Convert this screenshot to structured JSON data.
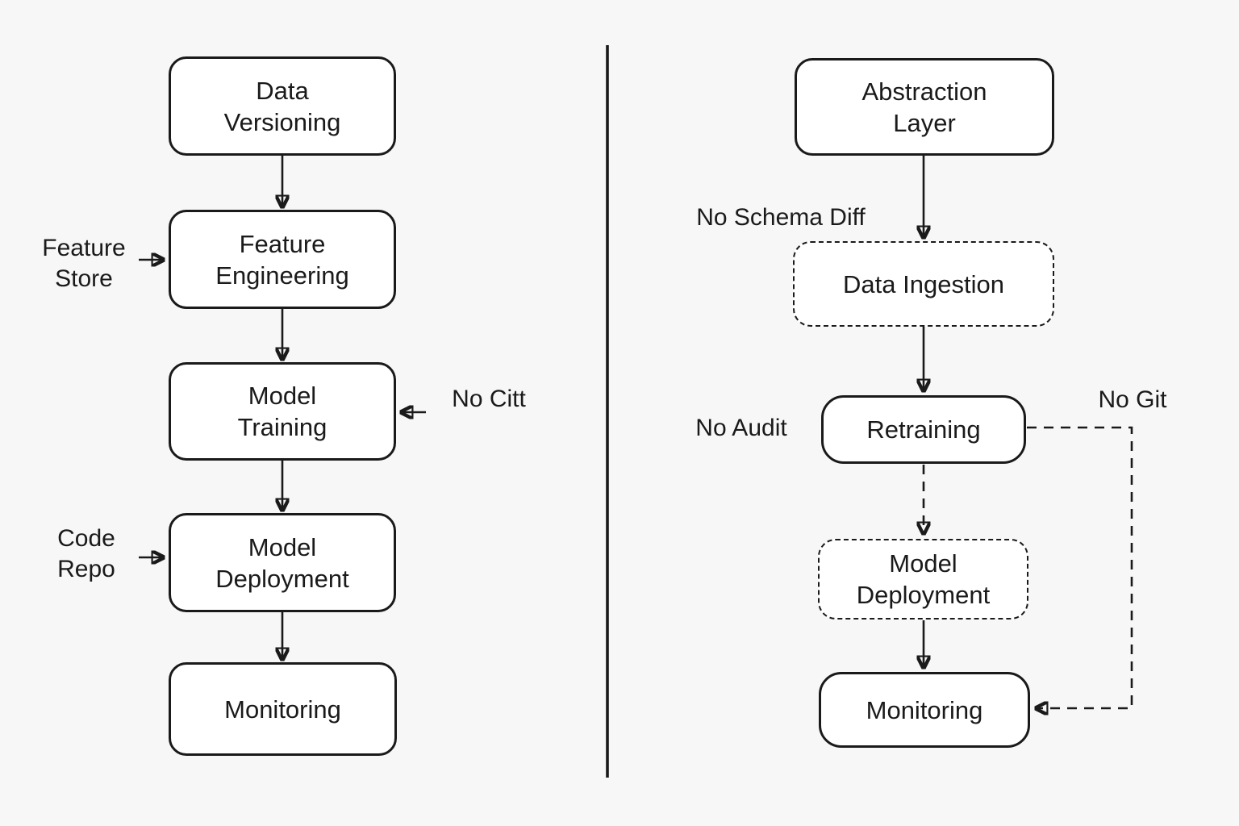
{
  "colors": {
    "background": "#f7f7f8",
    "stroke": "#1a1a1a",
    "node_fill": "#ffffff"
  },
  "left_flow": {
    "nodes": [
      {
        "id": "data-versioning",
        "label": "Data\nVersioning",
        "style": "solid"
      },
      {
        "id": "feature-engineering",
        "label": "Feature\nEngineering",
        "style": "solid"
      },
      {
        "id": "model-training",
        "label": "Model\nTraining",
        "style": "solid"
      },
      {
        "id": "model-deployment",
        "label": "Model\nDeployment",
        "style": "solid"
      },
      {
        "id": "monitoring",
        "label": "Monitoring",
        "style": "solid"
      }
    ],
    "annotations": [
      {
        "id": "feature-store",
        "label": "Feature\nStore",
        "target": "feature-engineering",
        "arrow": "solid"
      },
      {
        "id": "no-citt",
        "label": "No Citt",
        "target": "model-training",
        "arrow": "solid"
      },
      {
        "id": "code-repo",
        "label": "Code\nRepo",
        "target": "model-deployment",
        "arrow": "solid"
      }
    ],
    "edges": [
      {
        "from": "data-versioning",
        "to": "feature-engineering",
        "style": "solid"
      },
      {
        "from": "feature-engineering",
        "to": "model-training",
        "style": "solid"
      },
      {
        "from": "model-training",
        "to": "model-deployment",
        "style": "solid"
      },
      {
        "from": "model-deployment",
        "to": "monitoring",
        "style": "solid"
      }
    ]
  },
  "right_flow": {
    "nodes": [
      {
        "id": "abstraction-layer",
        "label": "Abstraction\nLayer",
        "style": "solid"
      },
      {
        "id": "data-ingestion",
        "label": "Data Ingestion",
        "style": "dashed"
      },
      {
        "id": "retraining",
        "label": "Retraining",
        "style": "solid"
      },
      {
        "id": "model-deployment",
        "label": "Model\nDeployment",
        "style": "dashed"
      },
      {
        "id": "monitoring",
        "label": "Monitoring",
        "style": "solid"
      }
    ],
    "annotations": [
      {
        "id": "no-schema-diff",
        "label": "No Schema Diff",
        "near": "data-ingestion"
      },
      {
        "id": "no-audit",
        "label": "No Audit",
        "near": "retraining"
      },
      {
        "id": "no-git",
        "label": "No Git",
        "near": "retraining-monitoring-loop"
      }
    ],
    "edges": [
      {
        "from": "abstraction-layer",
        "to": "data-ingestion",
        "style": "solid"
      },
      {
        "from": "data-ingestion",
        "to": "retraining",
        "style": "solid"
      },
      {
        "from": "retraining",
        "to": "model-deployment",
        "style": "dashed"
      },
      {
        "from": "model-deployment",
        "to": "monitoring",
        "style": "solid"
      },
      {
        "from": "retraining",
        "to": "monitoring",
        "style": "dashed",
        "route": "right-loop",
        "label": "No Git"
      }
    ]
  }
}
